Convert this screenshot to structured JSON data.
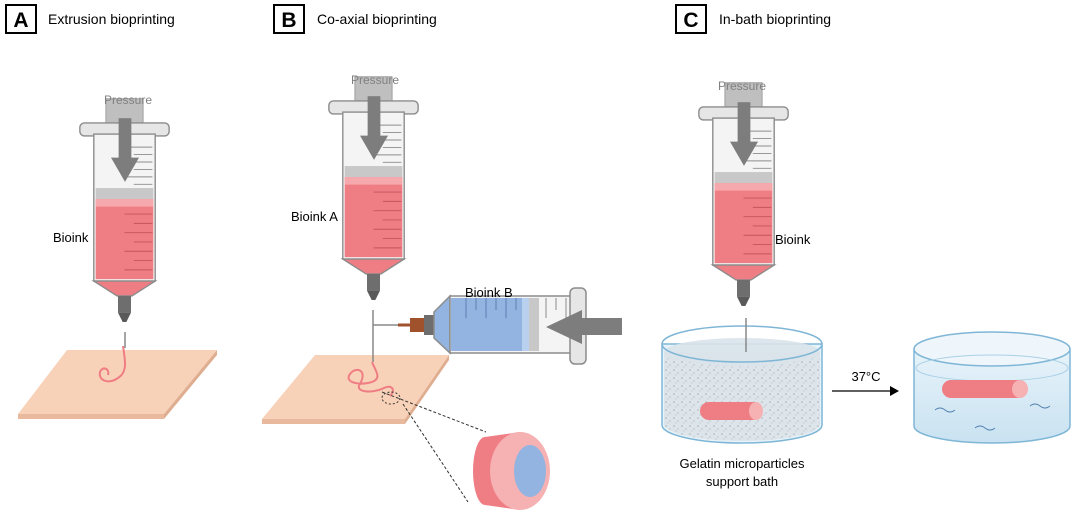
{
  "panels": {
    "a": {
      "letter": "A",
      "title": "Extrusion bioprinting",
      "pressure_label": "Pressure",
      "bioink_label": "Bioink"
    },
    "b": {
      "letter": "B",
      "title": "Co-axial bioprinting",
      "pressure_label": "Pressure",
      "bioink_a_label": "Bioink A",
      "bioink_b_label": "Bioink B"
    },
    "c": {
      "letter": "C",
      "title": "In-bath bioprinting",
      "pressure_label": "Pressure",
      "bioink_label": "Bioink",
      "temperature_label": "37°C",
      "bath_label_line1": "Gelatin microparticles",
      "bath_label_line2": "support bath"
    }
  },
  "colors": {
    "bioink_pink": "#ef7d84",
    "bioink_light_pink": "#f6b1b3",
    "bioink_blue": "#93b4e0",
    "substrate_peach": "#f8d2b8",
    "bath_blue": "#d4e9f5",
    "arrow_gray": "#7d7d7d",
    "syringe_gray": "#d9d9d9"
  },
  "icons": [
    "syringe-icon",
    "pressure-arrow-icon",
    "needle-icon",
    "petri-dish-icon",
    "coaxial-fiber-icon"
  ]
}
